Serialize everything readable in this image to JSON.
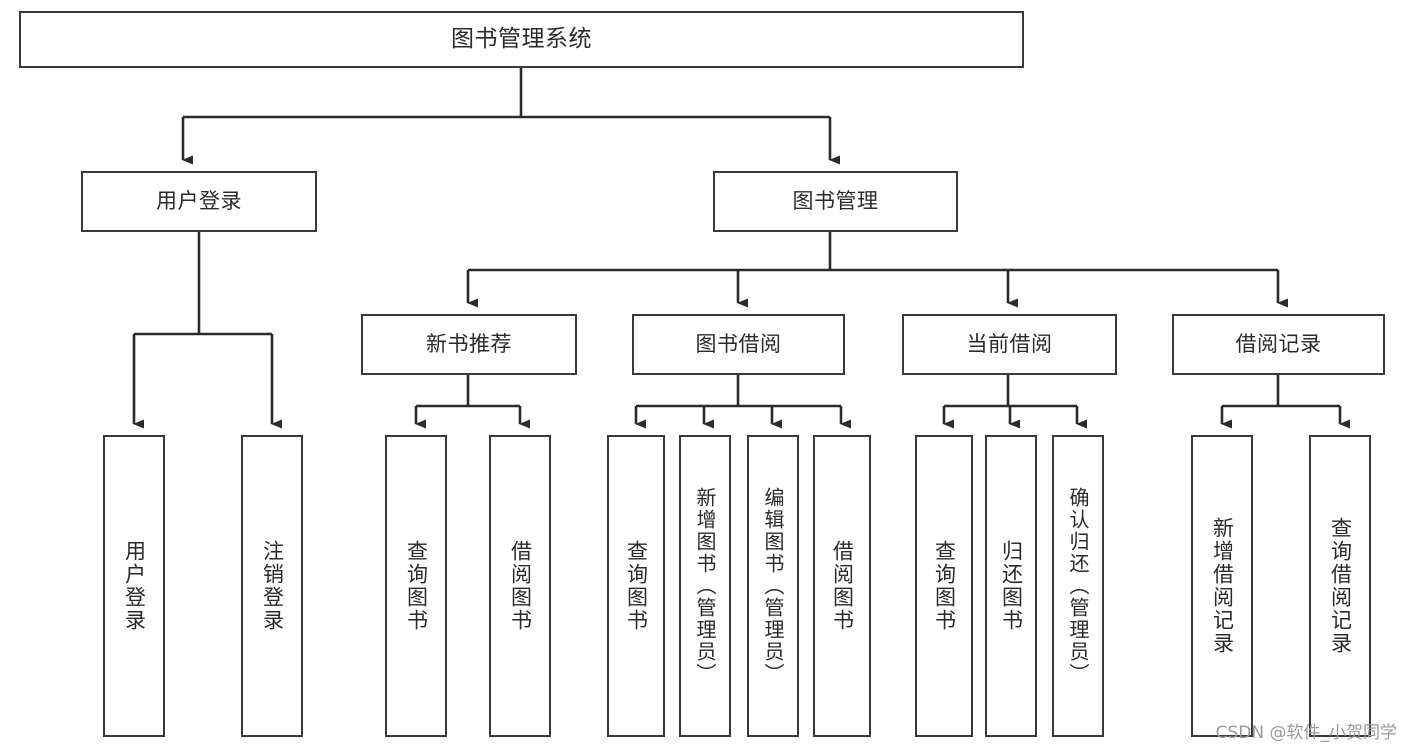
{
  "diagram": {
    "type": "tree",
    "title": "图书管理系统",
    "orientation": "top-down",
    "colors": {
      "box_border": "#3a3a3a",
      "box_fill": "#ffffff",
      "connector": "#2b2b2b",
      "text": "#2b2b2b",
      "background": "#ffffff",
      "watermark": "#9a9a9a"
    }
  },
  "root": {
    "label": "图书管理系统"
  },
  "level1": [
    {
      "id": "user-login",
      "label": "用户登录"
    },
    {
      "id": "book-management",
      "label": "图书管理"
    }
  ],
  "level2": [
    {
      "id": "new-book-recommend",
      "label": "新书推荐",
      "parent": "book-management"
    },
    {
      "id": "book-borrow",
      "label": "图书借阅",
      "parent": "book-management"
    },
    {
      "id": "current-borrow",
      "label": "当前借阅",
      "parent": "book-management"
    },
    {
      "id": "borrow-record",
      "label": "借阅记录",
      "parent": "book-management"
    }
  ],
  "leaves": [
    {
      "id": "leaf-user-login",
      "label": "用户登录",
      "parent": "user-login"
    },
    {
      "id": "leaf-user-logout",
      "label": "注销登录",
      "parent": "user-login"
    },
    {
      "id": "leaf-query-book-recommend",
      "label": "查询图书",
      "parent": "new-book-recommend"
    },
    {
      "id": "leaf-borrow-book-recommend",
      "label": "借阅图书",
      "parent": "new-book-recommend"
    },
    {
      "id": "leaf-query-book-borrow",
      "label": "查询图书",
      "parent": "book-borrow"
    },
    {
      "id": "leaf-add-book",
      "label": "新增图书（管理员）",
      "parent": "book-borrow"
    },
    {
      "id": "leaf-edit-book",
      "label": "编辑图书（管理员）",
      "parent": "book-borrow"
    },
    {
      "id": "leaf-borrow-book",
      "label": "借阅图书",
      "parent": "book-borrow"
    },
    {
      "id": "leaf-query-book-current",
      "label": "查询图书",
      "parent": "current-borrow"
    },
    {
      "id": "leaf-return-book",
      "label": "归还图书",
      "parent": "current-borrow"
    },
    {
      "id": "leaf-confirm-return",
      "label": "确认归还（管理员）",
      "parent": "current-borrow"
    },
    {
      "id": "leaf-add-record",
      "label": "新增借阅记录",
      "parent": "borrow-record"
    },
    {
      "id": "leaf-query-record",
      "label": "查询借阅记录",
      "parent": "borrow-record"
    }
  ],
  "watermark": {
    "text": "CSDN @软件_小贺同学"
  }
}
